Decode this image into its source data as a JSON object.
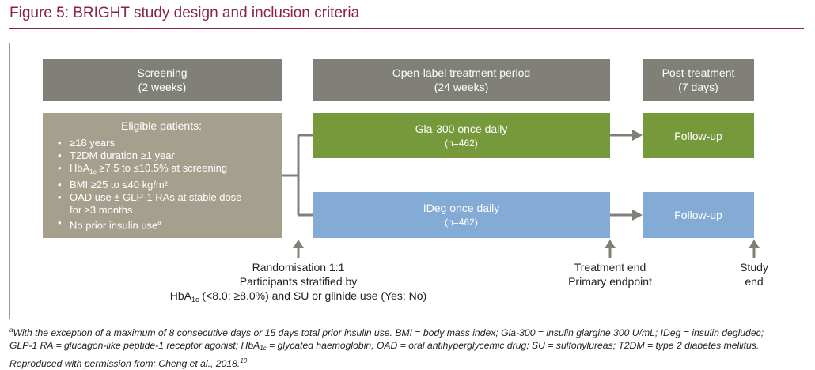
{
  "title": "Figure 5: BRIGHT study design and inclusion criteria",
  "phases": {
    "screening": {
      "label": "Screening",
      "duration": "(2 weeks)"
    },
    "treatment": {
      "label": "Open-label treatment period",
      "duration": "(24 weeks)"
    },
    "post": {
      "label": "Post-treatment",
      "duration": "(7 days)"
    }
  },
  "eligibility": {
    "heading": "Eligible patients:",
    "items": [
      "≥18 years",
      "T2DM duration ≥1 year",
      "HbA",
      "BMI ≥25 to ≤40 kg/m²",
      "OAD use ± GLP-1 RAs at stable dose",
      "No prior insulin use"
    ],
    "hba1c_sub": "1c",
    "hba1c_rest": " ≥7.5 to ≤10.5% at screening",
    "oad_continuation": "for ≥3 months",
    "insulin_sup": "a"
  },
  "arms": {
    "gla": {
      "label": "Gla-300 once daily",
      "n": "(n=462)"
    },
    "ideg": {
      "label": "IDeg once daily",
      "n": "(n=462)"
    }
  },
  "followup": {
    "label": "Follow-up"
  },
  "milestones": {
    "randomisation": {
      "line1": "Randomisation 1:1",
      "line2": "Participants stratified by",
      "line3a": "HbA",
      "line3sub": "1c",
      "line3b": " (<8.0; ≥8.0%) and SU or glinide use (Yes; No)"
    },
    "treatment_end": {
      "line1": "Treatment end",
      "line2": "Primary endpoint"
    },
    "study_end": {
      "line1": "Study",
      "line2": "end"
    }
  },
  "footnote": {
    "sup": "a",
    "part1": "With the exception of a maximum of 8 consecutive days or 15 days total prior insulin use. BMI = body mass index; Gla-300 = insulin glargine 300 U/mL; IDeg = insulin degludec;",
    "part2a": "GLP-1 RA = glucagon-like peptide-1 receptor agonist; HbA",
    "part2sub": "1c",
    "part2b": " = glycated haemoglobin; OAD = oral antihyperglycemic drug; SU = sulfonylureas; T2DM = type 2 diabetes mellitus.",
    "part3": "Reproduced with permission from: Cheng et al., 2018.",
    "ref": "10"
  },
  "colors": {
    "title": "#8b2346",
    "phase": "#808078",
    "eligibility": "#a59f8e",
    "gla_arm": "#76993b",
    "ideg_arm": "#84aad6",
    "arrow": "#808078"
  }
}
